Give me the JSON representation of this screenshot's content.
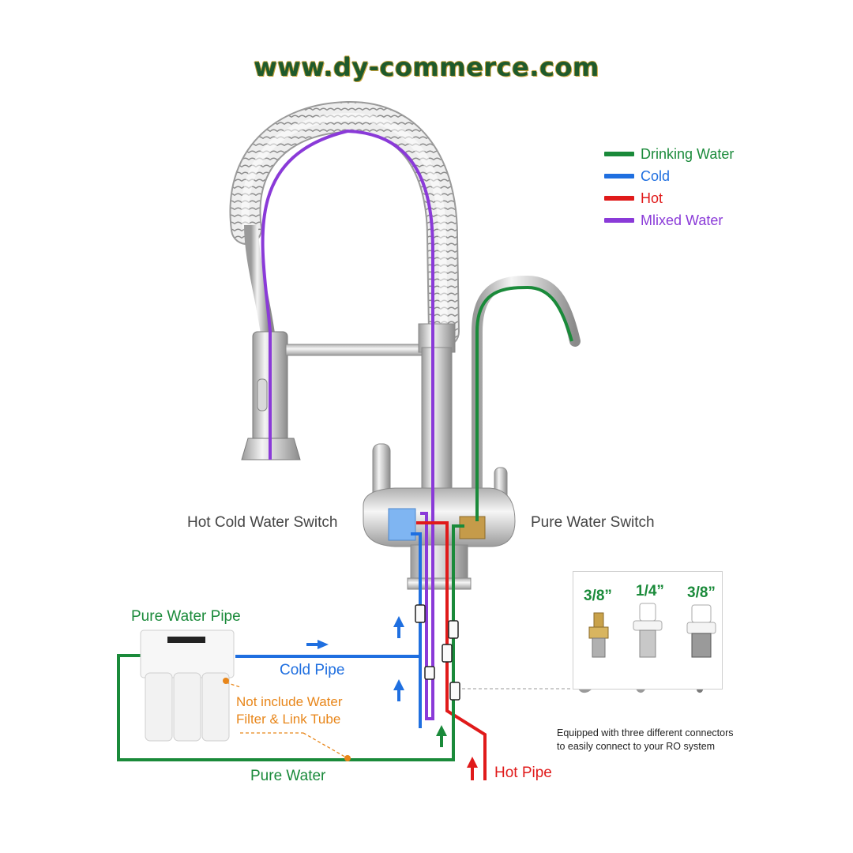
{
  "site_title": "www.dy-commerce.com",
  "legend": [
    {
      "label": "Drinking Water",
      "color": "#1a8a3a"
    },
    {
      "label": "Cold",
      "color": "#1f6fe0"
    },
    {
      "label": "Hot",
      "color": "#e01a1a"
    },
    {
      "label": "Mlixed Water",
      "color": "#8a3ad8"
    }
  ],
  "labels": {
    "hot_cold_switch": "Hot Cold Water Switch",
    "pure_water_switch": "Pure Water Switch",
    "pure_water_pipe": "Pure Water Pipe",
    "cold_pipe": "Cold Pipe",
    "not_include_line1": "Not include Water",
    "not_include_line2": "Filter & Link Tube",
    "pure_water": "Pure Water",
    "hot_pipe": "Hot Pipe"
  },
  "connectors": {
    "sizes": [
      "3/8”",
      "1/4”",
      "3/8”"
    ],
    "caption_line1": "Equipped with three different connectors",
    "caption_line2": "to easily connect to your RO system"
  },
  "colors": {
    "drinking": "#1a8a3a",
    "cold": "#1f6fe0",
    "hot": "#e01a1a",
    "mixed": "#8a3ad8",
    "note": "#e8861a"
  }
}
